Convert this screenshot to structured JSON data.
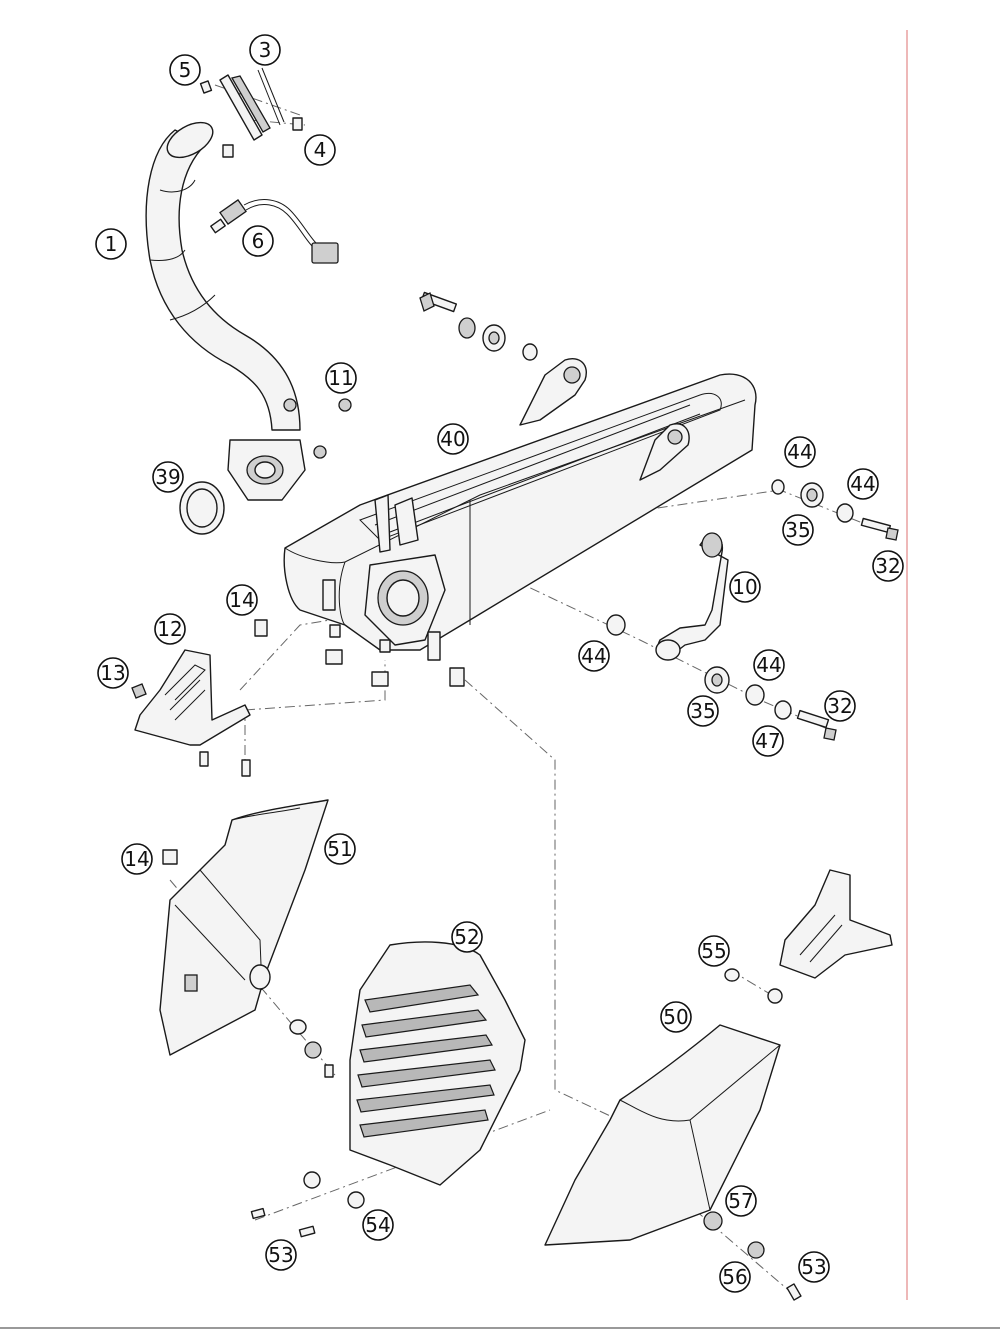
{
  "diagram": {
    "callouts": [
      {
        "id": "c-3",
        "label": "3"
      },
      {
        "id": "c-5",
        "label": "5"
      },
      {
        "id": "c-4",
        "label": "4"
      },
      {
        "id": "c-1",
        "label": "1"
      },
      {
        "id": "c-6",
        "label": "6"
      },
      {
        "id": "c-11",
        "label": "11"
      },
      {
        "id": "c-39",
        "label": "39"
      },
      {
        "id": "c-40",
        "label": "40"
      },
      {
        "id": "c-44a",
        "label": "44"
      },
      {
        "id": "c-44b",
        "label": "44"
      },
      {
        "id": "c-35a",
        "label": "35"
      },
      {
        "id": "c-32a",
        "label": "32"
      },
      {
        "id": "c-10",
        "label": "10"
      },
      {
        "id": "c-14a",
        "label": "14"
      },
      {
        "id": "c-12",
        "label": "12"
      },
      {
        "id": "c-13",
        "label": "13"
      },
      {
        "id": "c-44c",
        "label": "44"
      },
      {
        "id": "c-44d",
        "label": "44"
      },
      {
        "id": "c-35b",
        "label": "35"
      },
      {
        "id": "c-32b",
        "label": "32"
      },
      {
        "id": "c-47",
        "label": "47"
      },
      {
        "id": "c-14b",
        "label": "14"
      },
      {
        "id": "c-51",
        "label": "51"
      },
      {
        "id": "c-52",
        "label": "52"
      },
      {
        "id": "c-55",
        "label": "55"
      },
      {
        "id": "c-50",
        "label": "50"
      },
      {
        "id": "c-57",
        "label": "57"
      },
      {
        "id": "c-54",
        "label": "54"
      },
      {
        "id": "c-53a",
        "label": "53"
      },
      {
        "id": "c-56",
        "label": "56"
      },
      {
        "id": "c-53b",
        "label": "53"
      }
    ]
  }
}
